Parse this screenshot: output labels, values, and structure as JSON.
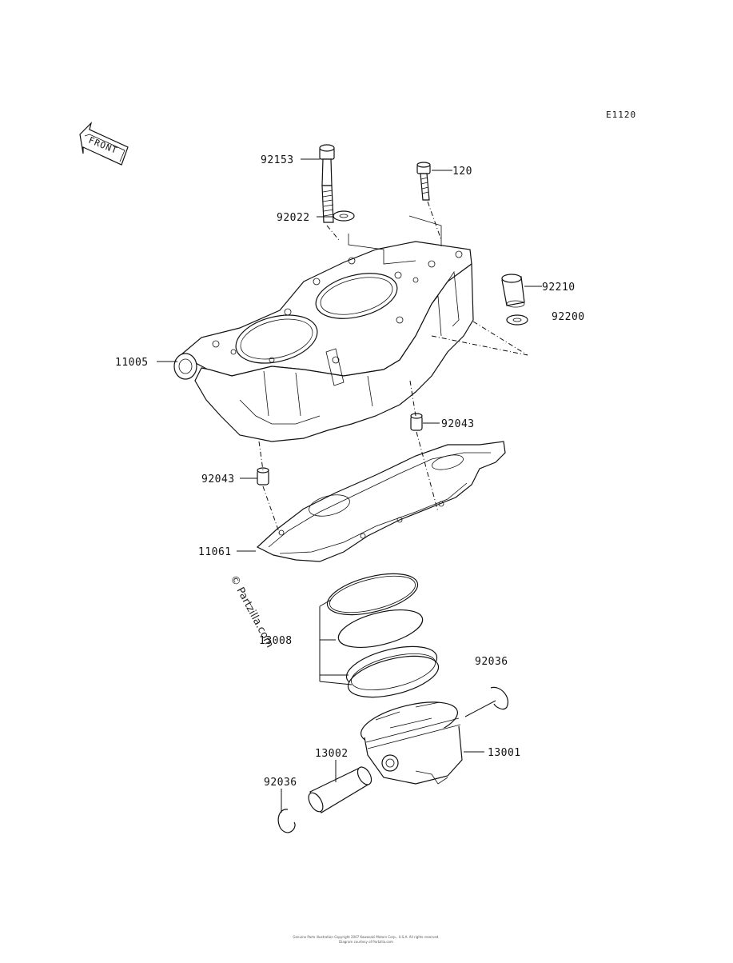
{
  "diagram": {
    "code": "E1120",
    "front_label": "FRONT",
    "watermark": "© Partzilla.com",
    "footer_line1": "Genuine Parts illustration Copyright 2007 Kawasaki Motors Corp., U.S.A. All rights reserved.",
    "footer_line2": "Diagram courtesy of Partzilla.com",
    "callouts": [
      {
        "id": "bolt-92153",
        "text": "92153"
      },
      {
        "id": "bolt-120",
        "text": "120"
      },
      {
        "id": "washer-92022",
        "text": "92022"
      },
      {
        "id": "collar-92210",
        "text": "92210"
      },
      {
        "id": "washer-92200",
        "text": "92200"
      },
      {
        "id": "cylinder-11005",
        "text": "11005"
      },
      {
        "id": "dowel-92043-right",
        "text": "92043"
      },
      {
        "id": "dowel-92043-left",
        "text": "92043"
      },
      {
        "id": "gasket-11061",
        "text": "11061"
      },
      {
        "id": "ring-set-13008",
        "text": "13008"
      },
      {
        "id": "clip-92036-right",
        "text": "92036"
      },
      {
        "id": "piston-13001",
        "text": "13001"
      },
      {
        "id": "pin-13002",
        "text": "13002"
      },
      {
        "id": "clip-92036-left",
        "text": "92036"
      }
    ]
  }
}
